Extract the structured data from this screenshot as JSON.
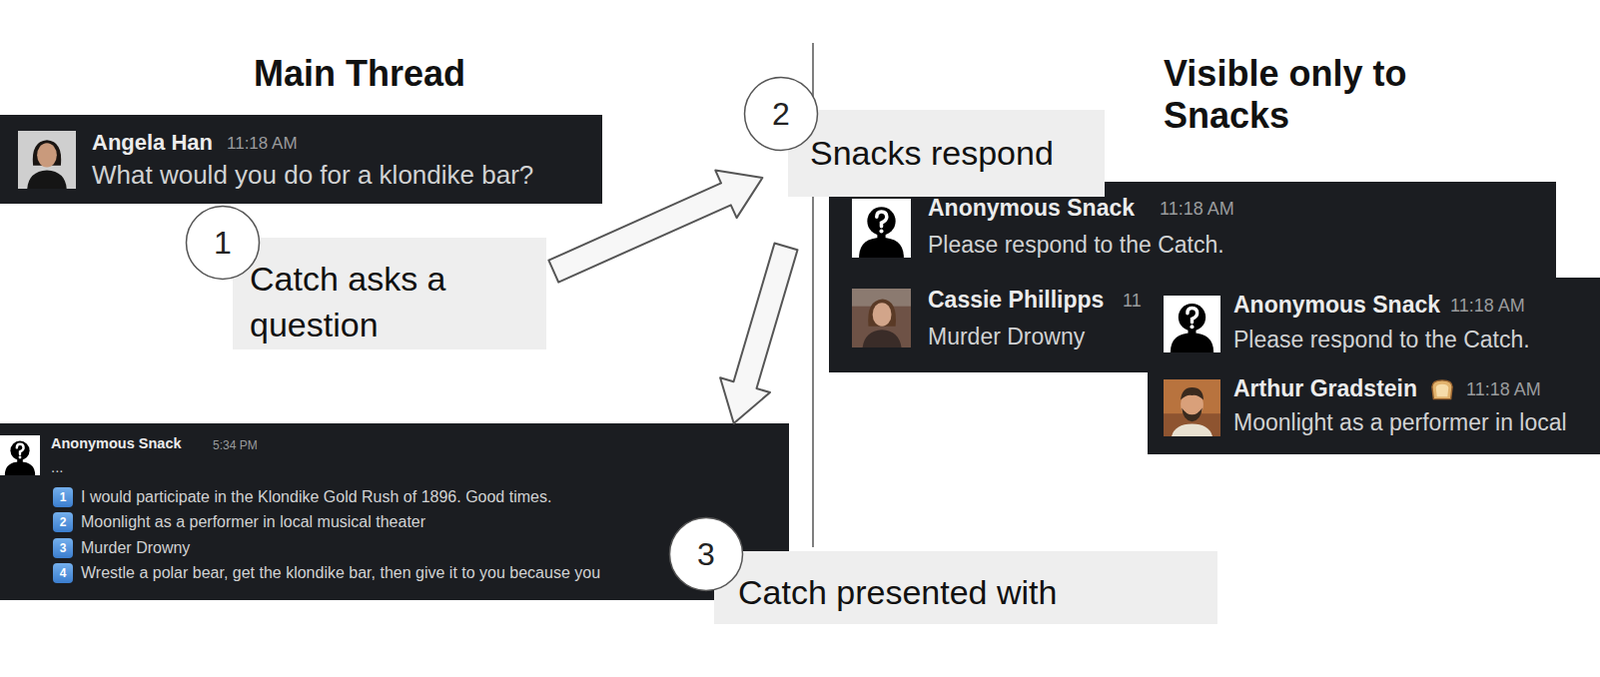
{
  "diagram": {
    "nodes": [
      {
        "text": [
          "Angela Han",
          "11:18 AM",
          "What would you do for a klondike bar?"
        ]
      },
      {
        "text": [
          "1"
        ]
      },
      {
        "text": [
          "Catch asks a question"
        ]
      },
      {
        "text": [
          "2"
        ]
      },
      {
        "text": [
          "Snacks respond"
        ]
      },
      {
        "text": [
          "Anonymous Snack",
          "11:18 AM",
          "Please respond to the Catch.",
          "Cassie Phillipps",
          "11",
          "Murder Drowny"
        ]
      },
      {
        "text": [
          "Anonymous Snack",
          "11:18 AM",
          "Please respond to the Catch.",
          "Arthur Gradstein",
          "11:18 AM",
          "Moonlight as a performer in local"
        ]
      },
      {
        "text": [
          "Anonymous Snack",
          "5:34 PM",
          "...",
          "1",
          "I would participate in the Klondike Gold Rush of 1896. Good times.",
          "2",
          "Moonlight as a performer in local musical theater",
          "3",
          "Murder Drowny",
          "4",
          "Wrestle a polar bear, get the klondike bar, then give it to you because you"
        ]
      },
      {
        "text": [
          "3"
        ]
      },
      {
        "text": [
          "Catch presented with"
        ]
      }
    ],
    "edges": [
      {
        "from": 2,
        "to": 4,
        "arrow": "to"
      },
      {
        "from": 4,
        "to": 7,
        "arrow": "to"
      }
    ],
    "labels": [
      "Main Thread",
      "Visible only to Snacks"
    ]
  }
}
